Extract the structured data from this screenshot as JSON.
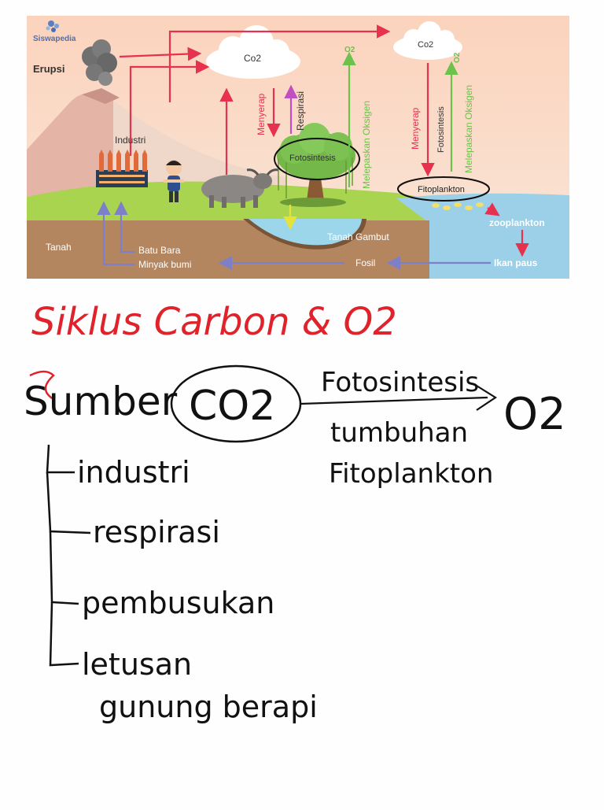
{
  "diagram": {
    "brand": "Siswapedia",
    "labels": {
      "erupsi": "Erupsi",
      "industri": "Industri",
      "co2_left": "Co2",
      "co2_right": "Co2",
      "o2_left": "O2",
      "o2_right": "O2",
      "menyerap_left": "Menyerap",
      "respirasi": "Respirasi",
      "fotosintesis_tree": "Fotosintesis",
      "melepaskan_left": "Melepaskan Oksigen",
      "menyerap_right": "Menyerap",
      "fotosintesis_right": "Fotosintesis",
      "melepaskan_right": "Melepaskan Oksigen",
      "fitoplankton": "Fitoplankton",
      "zooplankton": "zooplankton",
      "tanah": "Tanah",
      "batu_bara": "Batu Bara",
      "minyak_bumi": "Minyak bumi",
      "tanah_gambut": "Tanah Gambut",
      "fosil": "Fosil",
      "ikan_paus": "Ikan paus"
    },
    "colors": {
      "sky": "#f9d9c4",
      "grass": "#a9d44f",
      "soil": "#b48660",
      "water": "#9bd0e8",
      "red_arrow": "#e6324e",
      "green_arrow": "#6cc24a",
      "purple_arrow": "#c24fc2",
      "blue_arrow": "#7d7fc8"
    }
  },
  "notes": {
    "title": "Siklus Carbon & O2",
    "sumber": "Sumber",
    "co2": "CO2",
    "fotosintesis": "Fotosintesis",
    "o2": "O2",
    "tumbuhan": "tumbuhan",
    "fitoplankton": "Fitoplankton",
    "items": [
      "industri",
      "respirasi",
      "pembusukan",
      "letusan"
    ],
    "item_last_line2": "gunung berapi",
    "ink_red": "#e0232b",
    "ink_black": "#111111"
  }
}
